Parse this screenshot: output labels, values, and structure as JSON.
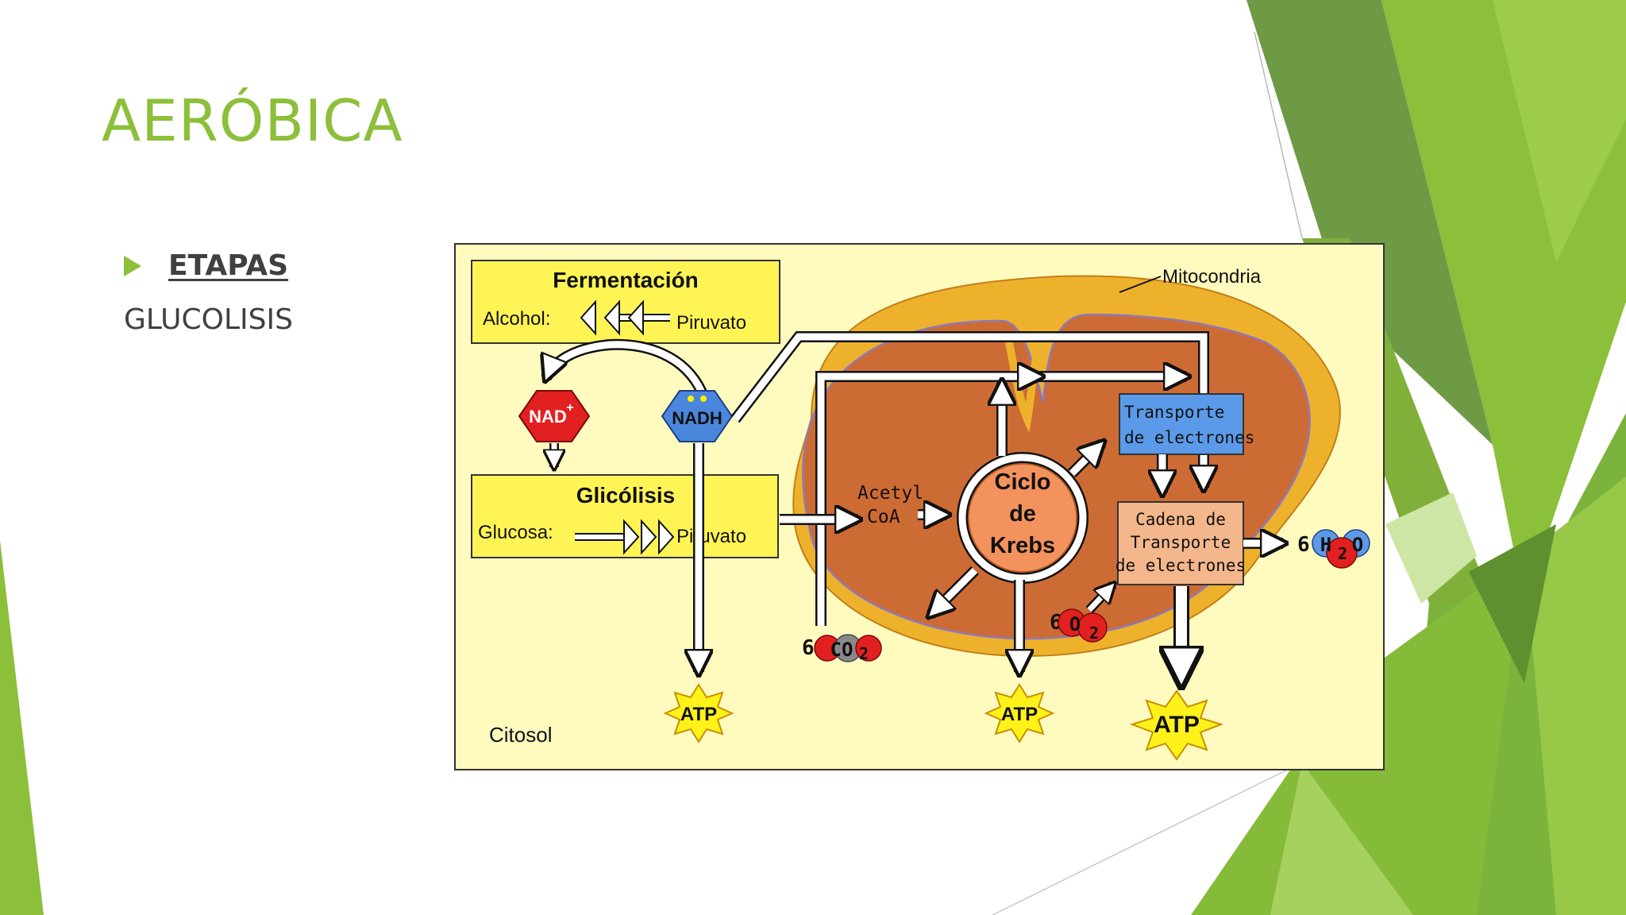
{
  "slide": {
    "title": "AERÓBICA",
    "bullet": "ETAPAS",
    "subtitle": "GLUCOLISIS"
  },
  "colors": {
    "accent_green": "#8cbf3a",
    "panel_bg": "#fffbbf",
    "box_yellow": "#fff455",
    "mito_outer": "#eeb12b",
    "mito_inner": "#cd6b34",
    "krebs": "#f4925e",
    "transport_blue": "#5b9ae8",
    "chain_box": "#f3b78b",
    "nad_red": "#e32020",
    "nadh_blue": "#4a87dc",
    "atp_star": "#fff21a"
  },
  "diagram": {
    "fermentation": {
      "title": "Fermentación",
      "left": "Alcohol:",
      "right": "Piruvato"
    },
    "glycolysis": {
      "title": "Glicólisis",
      "left": "Glucosa:",
      "right": "Piruvato"
    },
    "nad": "NAD",
    "nad_sup": "+",
    "nadh": "NADH",
    "mitochondria": "Mitocondria",
    "acetyl": [
      "Acetyl",
      "CoA"
    ],
    "krebs": [
      "Ciclo",
      "de",
      "Krebs"
    ],
    "transport": [
      "Transporte",
      "de electrones"
    ],
    "chain": [
      "Cadena de",
      "Transporte",
      "de electrones"
    ],
    "co2": {
      "count": "6",
      "label": "CO",
      "sub": "2"
    },
    "o2": {
      "count": "6",
      "label": "O",
      "sub": "2"
    },
    "h2o": {
      "count": "6",
      "pre": "H",
      "sub": "2",
      "post": "O"
    },
    "atp": "ATP",
    "cytosol": "Citosol"
  }
}
